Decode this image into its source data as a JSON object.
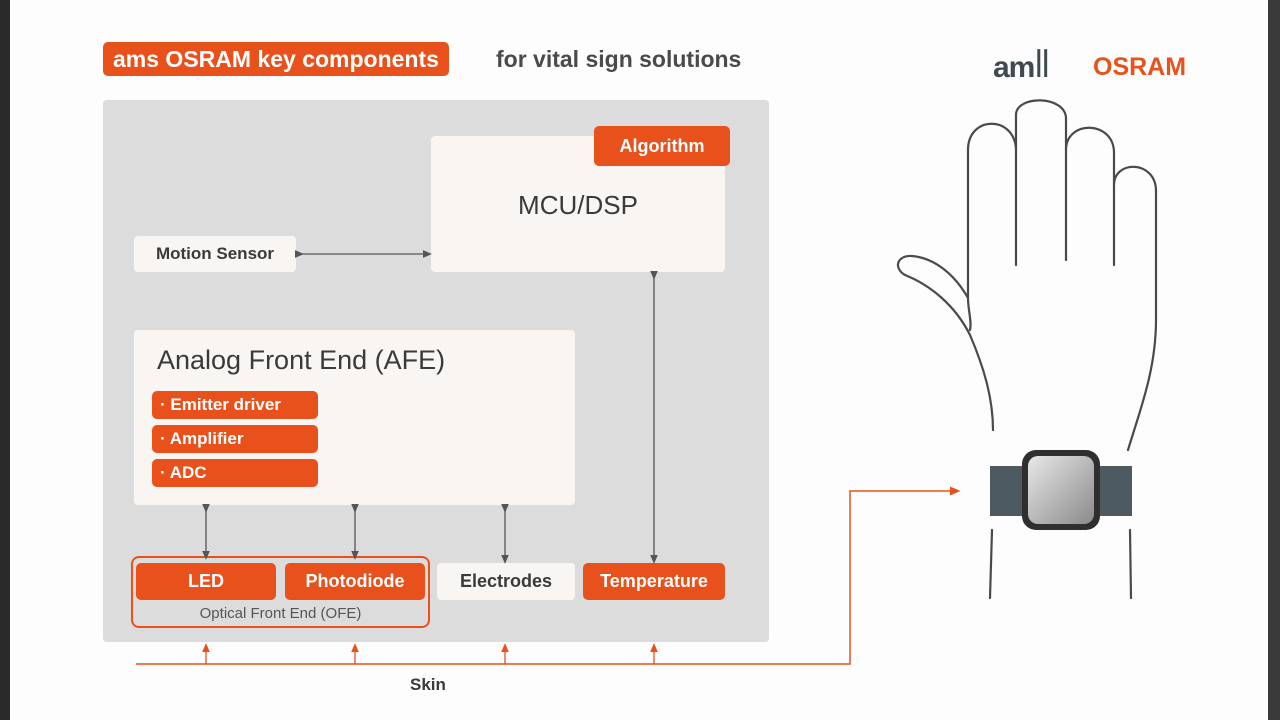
{
  "header": {
    "title_highlight": "ams OSRAM key components",
    "title_rest": "for vital sign solutions"
  },
  "logo": {
    "ams": "amłł",
    "osram": "OSRAM"
  },
  "diagram": {
    "mcu": "MCU/DSP",
    "algorithm": "Algorithm",
    "motion_sensor": "Motion Sensor",
    "afe_title": "Analog Front End (AFE)",
    "afe_items": [
      "· Emitter driver",
      "· Amplifier",
      "· ADC"
    ],
    "led": "LED",
    "photodiode": "Photodiode",
    "ofe_label": "Optical Front End (OFE)",
    "electrodes": "Electrodes",
    "temperature": "Temperature",
    "skin": "Skin"
  },
  "colors": {
    "accent": "#e8501c",
    "panel": "#dcdcdd",
    "box": "#f8f5f2",
    "text": "#3a3a3a"
  }
}
